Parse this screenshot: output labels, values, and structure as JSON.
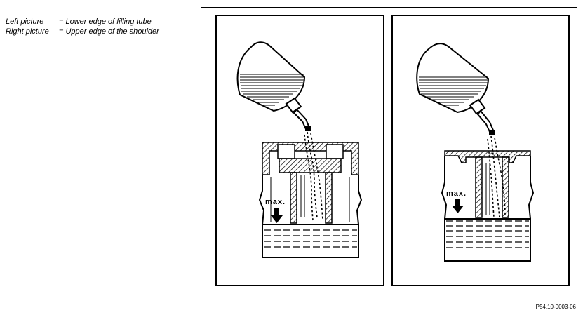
{
  "legend": [
    {
      "term": "Left picture",
      "definition": "= Lower edge of filling tube"
    },
    {
      "term": "Right picture",
      "definition": "= Upper edge of the shoulder"
    }
  ],
  "panels": {
    "left": {
      "marker_label": "max."
    },
    "right": {
      "marker_label": "max."
    }
  },
  "figure_code": "P54.10-0003-06"
}
